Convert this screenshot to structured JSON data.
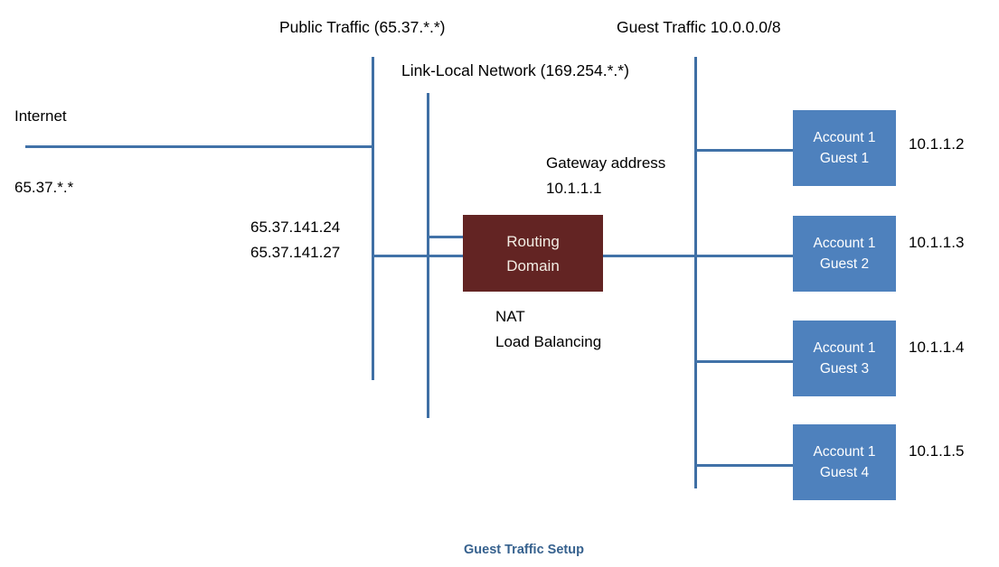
{
  "diagram": {
    "caption": "Guest Traffic Setup",
    "caption_color": "#36618E",
    "background": "#ffffff",
    "line_color": "#4172A8",
    "guest_box_color": "#4E81BD",
    "router_box_color": "#632423"
  },
  "labels": {
    "public_traffic": "Public Traffic (65.37.*.*)",
    "link_local": "Link-Local Network (169.254.*.*)",
    "guest_traffic": "Guest Traffic 10.0.0.0/8",
    "internet": "Internet",
    "internet_subnet": "65.37.*.*",
    "public_ip_1": "65.37.141.24",
    "public_ip_2": "65.37.141.27",
    "gateway_title": "Gateway address",
    "gateway_ip": "10.1.1.1",
    "nat": "NAT",
    "load_balancing": "Load Balancing"
  },
  "router": {
    "line1": "Routing",
    "line2": "Domain"
  },
  "guests": [
    {
      "account": "Account 1",
      "guest": "Guest 1",
      "ip": "10.1.1.2"
    },
    {
      "account": "Account 1",
      "guest": "Guest 2",
      "ip": "10.1.1.3"
    },
    {
      "account": "Account 1",
      "guest": "Guest 3",
      "ip": "10.1.1.4"
    },
    {
      "account": "Account 1",
      "guest": "Guest 4",
      "ip": "10.1.1.5"
    }
  ]
}
